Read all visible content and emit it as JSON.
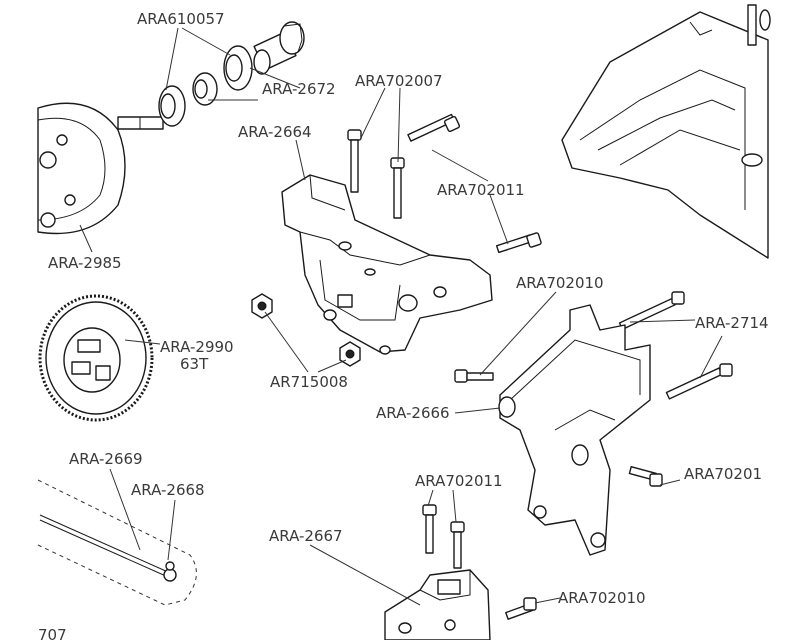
{
  "diagram": {
    "highlight_color": "#e8de7a",
    "labels": {
      "ara610057": "ARA610057",
      "ara2672": "ARA-2672",
      "ara702007": "ARA702007",
      "ara2664": "ARA-2664",
      "ara702011_top": "ARA702011",
      "ara2985": "ARA-2985",
      "ara702010_mid": "ARA702010",
      "ara2714": "ARA-2714",
      "ara2990": "ARA-2990",
      "ara2990_sub": "63T",
      "ar715008": "AR715008",
      "ara2666": "ARA-2666",
      "ara70201": "ARA70201",
      "ara2669": "ARA-2669",
      "ara2668": "ARA-2668",
      "ara702011_low": "ARA702011",
      "ara2667": "ARA-2667",
      "ara702010_low": "ARA702010",
      "cut_707": "707"
    }
  }
}
